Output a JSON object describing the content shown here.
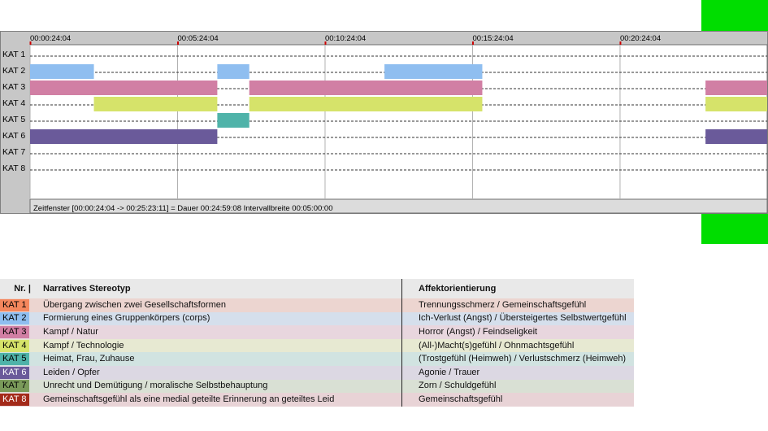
{
  "chart_data": {
    "type": "timeline",
    "x_unit": "time",
    "x_ticks": [
      "00:00:24:04",
      "00:05:24:04",
      "00:10:24:04",
      "00:15:24:04",
      "00:20:24:04"
    ],
    "x_range": [
      "00:00:24:04",
      "00:25:23:11"
    ],
    "row_labels": [
      "KAT 1",
      "KAT 2",
      "KAT 3",
      "KAT 4",
      "KAT 5",
      "KAT 6",
      "KAT 7",
      "KAT 8"
    ],
    "grid": true,
    "segments": [
      {
        "row": "KAT 2",
        "start": "00:00:24:04",
        "end": "00:02:34:00"
      },
      {
        "row": "KAT 2",
        "start": "00:06:45:00",
        "end": "00:07:50:00"
      },
      {
        "row": "KAT 2",
        "start": "00:12:25:00",
        "end": "00:15:44:00"
      },
      {
        "row": "KAT 3",
        "start": "00:00:24:04",
        "end": "00:06:45:00"
      },
      {
        "row": "KAT 3",
        "start": "00:07:50:00",
        "end": "00:15:44:00"
      },
      {
        "row": "KAT 3",
        "start": "00:23:18:00",
        "end": "00:25:23:11"
      },
      {
        "row": "KAT 4",
        "start": "00:02:34:00",
        "end": "00:06:45:00"
      },
      {
        "row": "KAT 4",
        "start": "00:07:50:00",
        "end": "00:15:44:00"
      },
      {
        "row": "KAT 4",
        "start": "00:23:18:00",
        "end": "00:25:23:11"
      },
      {
        "row": "KAT 5",
        "start": "00:06:45:00",
        "end": "00:07:50:00"
      },
      {
        "row": "KAT 6",
        "start": "00:00:24:04",
        "end": "00:06:45:00"
      },
      {
        "row": "KAT 6",
        "start": "00:23:18:00",
        "end": "00:25:23:11"
      }
    ],
    "status_text": "Zeitfenster [00:00:24:04 -> 00:25:23:11] = Dauer 00:24:59:08    Intervallbreite 00:05:00:00"
  },
  "legend": {
    "headers": {
      "nr": "Nr. |",
      "stereotyp": "Narratives Stereotyp",
      "affekt": "Affektorientierung"
    },
    "rows": [
      {
        "kat": "KAT 1",
        "color": "#f4875d",
        "bg": "#ecd5d0",
        "stereotyp": "Übergang zwischen zwei Gesellschaftsformen",
        "affekt": "Trennungsschmerz / Gemeinschaftsgefühl"
      },
      {
        "kat": "KAT 2",
        "color": "#8fbef0",
        "bg": "#d5dfec",
        "stereotyp": "Formierung eines Gruppenkörpers (corps)",
        "affekt": "Ich-Verlust (Angst) / Übersteigertes Selbstwertgefühl"
      },
      {
        "kat": "KAT 3",
        "color": "#d17fa4",
        "bg": "#e8d6de",
        "stereotyp": "Kampf / Natur",
        "affekt": "Horror (Angst) / Feindseligkeit"
      },
      {
        "kat": "KAT 4",
        "color": "#d6e36a",
        "bg": "#e7e9d2",
        "stereotyp": "Kampf / Technologie",
        "affekt": "(All-)Macht(s)gefühl / Ohnmachtsgefühl"
      },
      {
        "kat": "KAT 5",
        "color": "#4fb3a9",
        "bg": "#d1e3e1",
        "stereotyp": "Heimat, Frau, Zuhause",
        "affekt": "(Trostgefühl (Heimweh) / Verlustschmerz (Heimweh)"
      },
      {
        "kat": "KAT 6",
        "color": "#6a5a9a",
        "bg": "#dcd8e3",
        "stereotyp": "Leiden / Opfer",
        "affekt": "Agonie / Trauer"
      },
      {
        "kat": "KAT 7",
        "color": "#7a9a5a",
        "bg": "#d9e0d4",
        "stereotyp": "Unrecht und Demütigung / moralische Selbstbehauptung",
        "affekt": "Zorn / Schuldgefühl"
      },
      {
        "kat": "KAT 8",
        "color": "#a32a1a",
        "bg": "#e8d3d6",
        "stereotyp": "Gemeinschaftsgefühl als eine medial geteilte Erinnerung an geteiltes Leid",
        "affekt": "Gemeinschaftsgefühl"
      }
    ]
  }
}
